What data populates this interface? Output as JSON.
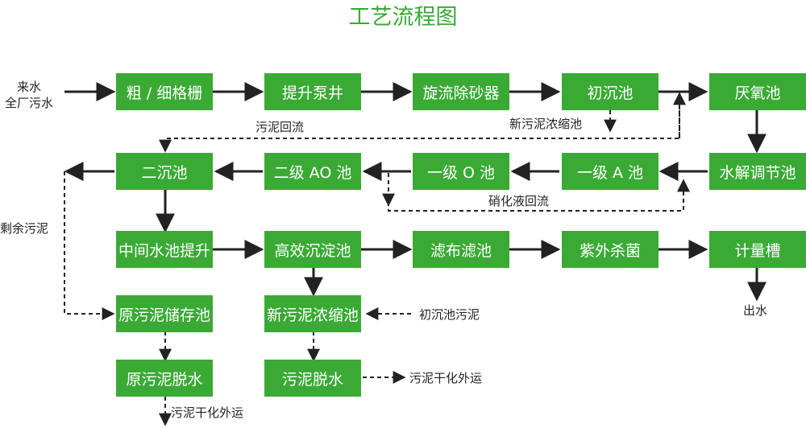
{
  "title": "工艺流程图",
  "colors": {
    "box": "#3aaa35",
    "box_text": "#ffffff",
    "title": "#3aaa35",
    "arrow": "#222222"
  },
  "boxes": {
    "coarse_fine_screen": "粗 / 细格栅",
    "lift_pump_well": "提升泵井",
    "vortex_grit_chamber": "旋流除砂器",
    "primary_sedimentation": "初沉池",
    "anaerobic_tank": "厌氧池",
    "hydrolysis_tank": "水解调节池",
    "primary_a_tank": "一级 A 池",
    "primary_o_tank": "一级 O 池",
    "secondary_ao_tank": "二级 AO 池",
    "secondary_clarifier": "二沉池",
    "middle_water_lift": "中间水池提升",
    "high_eff_sedimentation": "高效沉淀池",
    "filter_cloth": "滤布滤池",
    "uv_disinfection": "紫外杀菌",
    "metering_tank": "计量槽",
    "raw_sludge_storage": "原污泥储存池",
    "raw_sludge_dewatering": "原污泥脱水",
    "new_sludge_thickening": "新污泥浓缩池",
    "sludge_dewatering": "污泥脱水"
  },
  "labels": {
    "inlet_line1": "来水",
    "inlet_line2": "全厂污水",
    "sludge_return": "污泥回流",
    "new_sludge_thickening_note": "新污泥浓缩池",
    "nitrate_return": "硝化液回流",
    "excess_sludge": "剩余污泥",
    "outlet": "出水",
    "primary_sludge": "初沉池污泥",
    "sludge_dry_out_1": "污泥干化外运",
    "sludge_dry_out_2": "污泥干化外运"
  }
}
